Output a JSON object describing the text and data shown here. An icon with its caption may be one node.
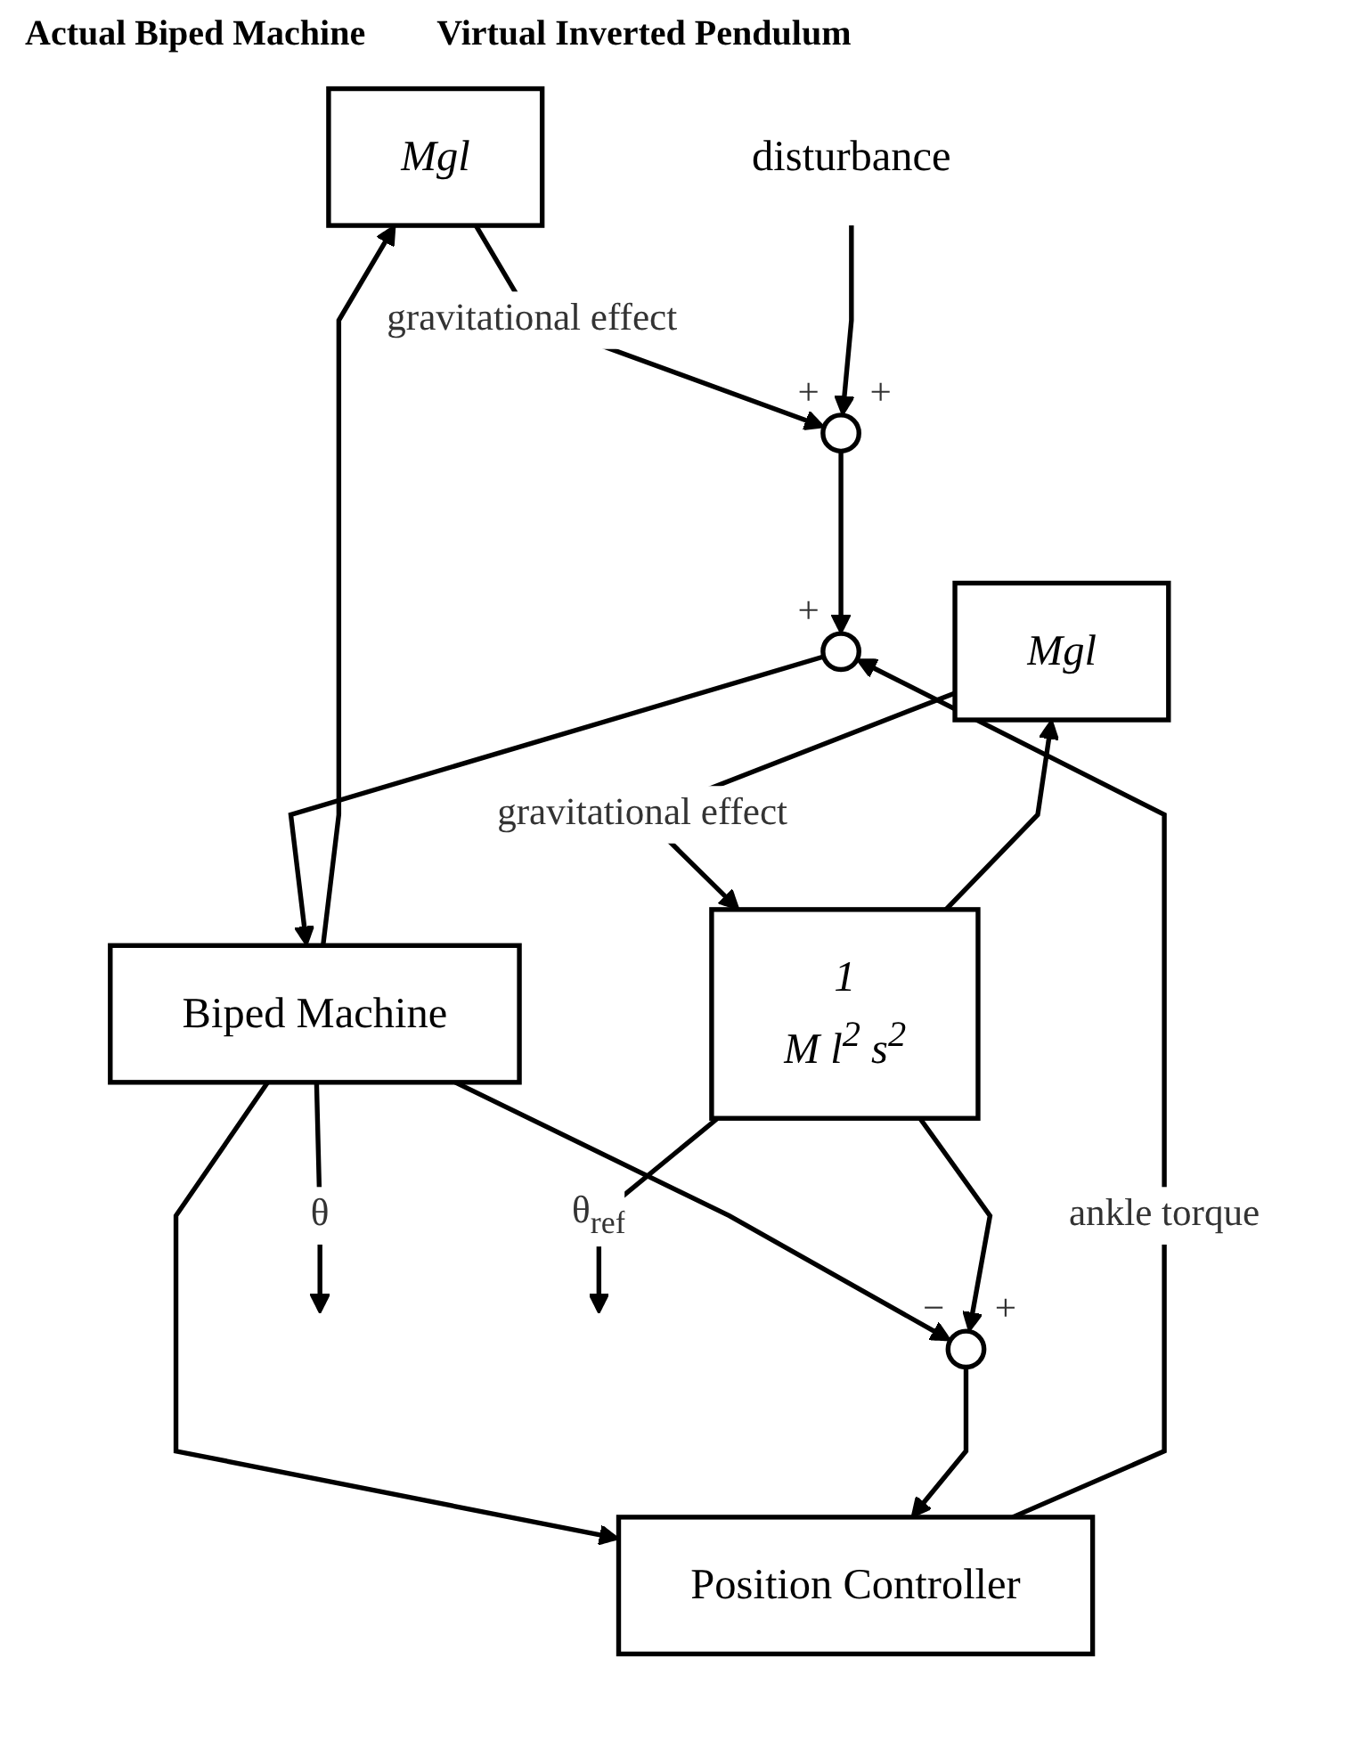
{
  "diagram": {
    "nodes": [
      {
        "text": [
          "Mgl"
        ]
      },
      {
        "text": [
          "disturbance"
        ]
      },
      {
        "text": [],
        "shape": "circle",
        "beside": [
          "+",
          "+"
        ]
      },
      {
        "text": [],
        "shape": "circle",
        "beside": [
          "+"
        ]
      },
      {
        "text": [
          "Biped Machine"
        ]
      },
      {
        "text": [
          "Position Controller"
        ]
      },
      {
        "text": [],
        "shape": "circle",
        "beside": [
          "−",
          "+"
        ]
      },
      {
        "text": [
          "Mgl"
        ]
      },
      {
        "text": [
          "1",
          "M l$^{2}$ s$^{2}$"
        ]
      }
    ],
    "edges": [
      {
        "from": 0,
        "to": 2,
        "arrow": "to",
        "label": "gravitational effect"
      },
      {
        "from": 1,
        "to": 2,
        "arrow": "to"
      },
      {
        "from": 2,
        "to": 3,
        "arrow": "to"
      },
      {
        "from": 3,
        "to": 4,
        "arrow": "to"
      },
      {
        "from": 4,
        "to": 0,
        "arrow": "to"
      },
      {
        "from": 4,
        "to": null,
        "arrow": "to",
        "label": "θ"
      },
      {
        "from": 4,
        "to": 5,
        "arrow": "to"
      },
      {
        "from": 4,
        "to": 6,
        "arrow": "to"
      },
      {
        "from": 6,
        "to": 5,
        "arrow": "to"
      },
      {
        "from": 5,
        "to": 3,
        "arrow": "to",
        "label": "ankle torque"
      },
      {
        "from": 8,
        "to": 6,
        "arrow": "to"
      },
      {
        "from": 8,
        "to": 7,
        "arrow": "to"
      },
      {
        "from": 7,
        "to": 8,
        "arrow": "to",
        "label": "gravitational effect"
      },
      {
        "from": 8,
        "to": null,
        "arrow": "to",
        "label": "θ$_{ref}$"
      }
    ],
    "labels": [
      "Actual Biped Machine",
      "Virtual Inverted Pendulum"
    ]
  }
}
